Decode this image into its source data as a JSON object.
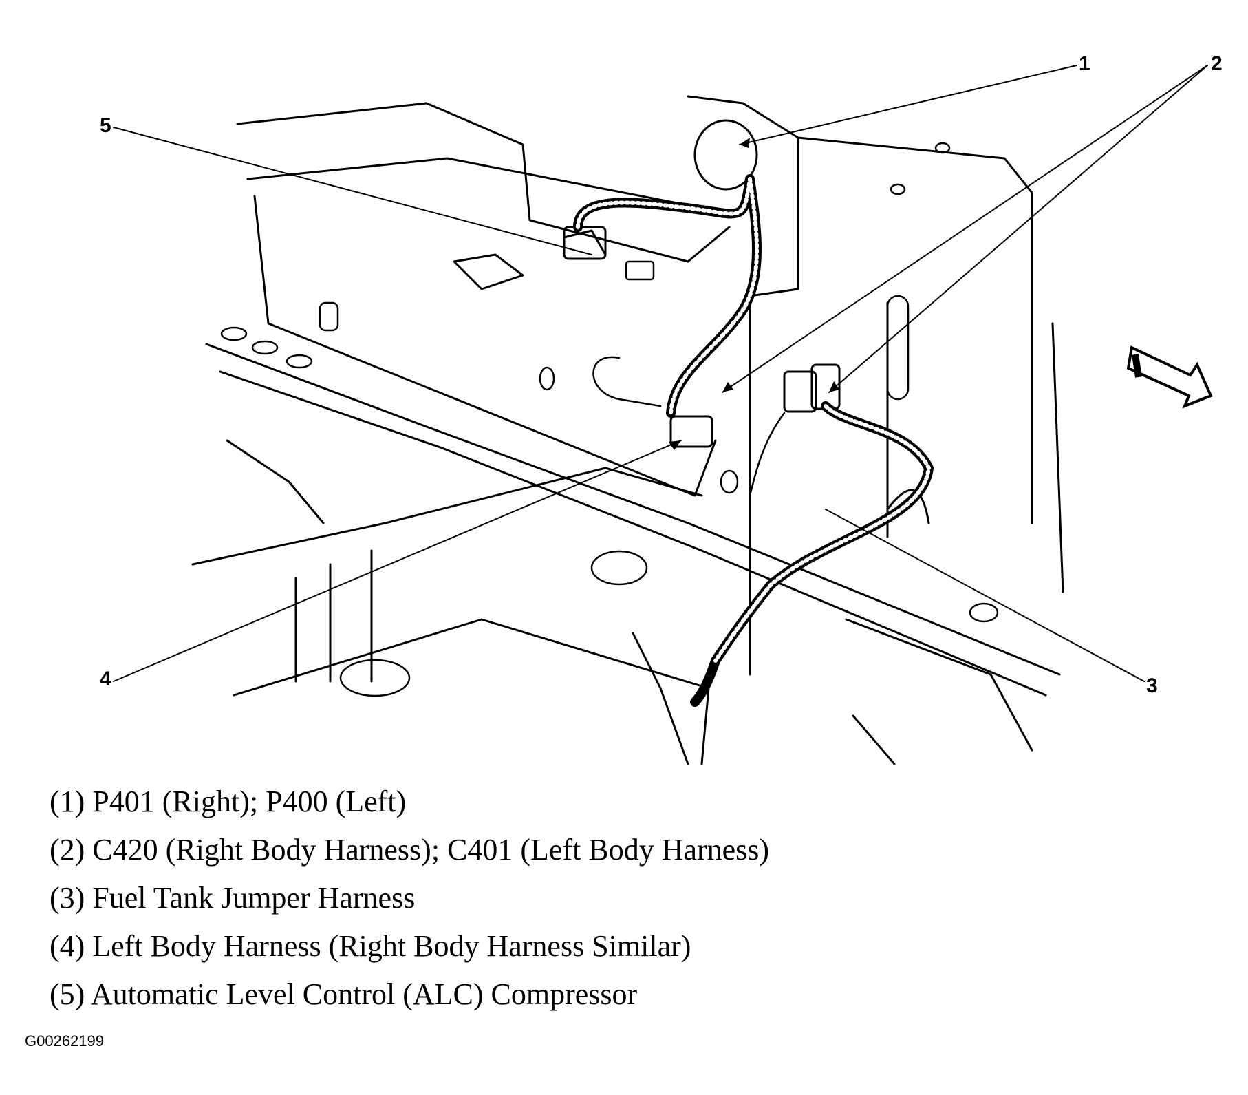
{
  "callouts": [
    {
      "number": "1"
    },
    {
      "number": "2"
    },
    {
      "number": "3"
    },
    {
      "number": "4"
    },
    {
      "number": "5"
    }
  ],
  "legend": [
    "(1) P401 (Right); P400 (Left)",
    "(2) C420 (Right Body Harness); C401 (Left Body Harness)",
    "(3) Fuel Tank Jumper Harness",
    "(4) Left Body Harness (Right Body Harness Similar)",
    "(5) Automatic Level Control (ALC) Compressor"
  ],
  "figure_id": "G00262199",
  "colors": {
    "line": "#000000",
    "background": "#ffffff"
  },
  "icons": [
    "direction-arrow-icon"
  ]
}
